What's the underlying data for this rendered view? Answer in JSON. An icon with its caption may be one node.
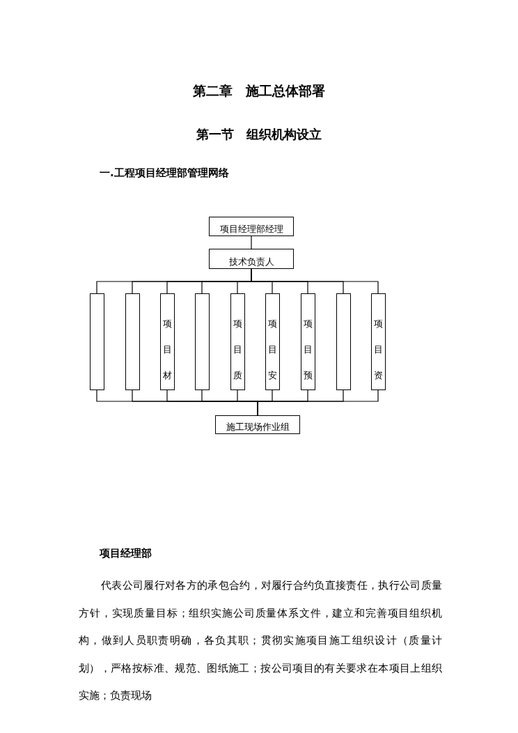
{
  "diagram": {
    "title": "第二章　施工总体部署",
    "nodes": [
      {
        "text": [
          "项目经理部经理"
        ]
      },
      {
        "text": [
          "技术负责人"
        ]
      },
      {
        "text": [],
        "shape": "box"
      },
      {
        "text": [],
        "shape": "box"
      },
      {
        "text": [
          "项目材"
        ]
      },
      {
        "text": [],
        "shape": "box"
      },
      {
        "text": [
          "项目质"
        ]
      },
      {
        "text": [
          "项目安"
        ]
      },
      {
        "text": [
          "项目预"
        ]
      },
      {
        "text": [],
        "shape": "box"
      },
      {
        "text": [
          "项目资"
        ]
      },
      {
        "text": [
          "施工现场作业组"
        ]
      }
    ],
    "edges": [
      {
        "from": 0,
        "to": 1,
        "arrow": "none"
      },
      {
        "from": 1,
        "to": 2,
        "arrow": "none"
      },
      {
        "from": 1,
        "to": 3,
        "arrow": "none"
      },
      {
        "from": 1,
        "to": 4,
        "arrow": "none"
      },
      {
        "from": 1,
        "to": 5,
        "arrow": "none"
      },
      {
        "from": 1,
        "to": 6,
        "arrow": "none"
      },
      {
        "from": 1,
        "to": 7,
        "arrow": "none"
      },
      {
        "from": 1,
        "to": 8,
        "arrow": "none"
      },
      {
        "from": 1,
        "to": 9,
        "arrow": "none"
      },
      {
        "from": 1,
        "to": 10,
        "arrow": "none"
      },
      {
        "from": 2,
        "to": 11,
        "arrow": "none"
      },
      {
        "from": 3,
        "to": 11,
        "arrow": "none"
      },
      {
        "from": 4,
        "to": 11,
        "arrow": "none"
      },
      {
        "from": 5,
        "to": 11,
        "arrow": "none"
      },
      {
        "from": 6,
        "to": 11,
        "arrow": "none"
      },
      {
        "from": 7,
        "to": 11,
        "arrow": "none"
      },
      {
        "from": 8,
        "to": 11,
        "arrow": "none"
      },
      {
        "from": 9,
        "to": 11,
        "arrow": "none"
      },
      {
        "from": 10,
        "to": 11,
        "arrow": "none"
      }
    ],
    "labels": [
      "第一节　组织机构设立",
      "一.工程项目经理部管理网络",
      "项目经理部",
      "代表公司履行对各方的承包合约，对履行合约负直接责任，执行公司质量方针，实现质量目标；组织实施公司质量体系文件，建立和完善项目组织机构，做到人员职责明确，各负其职；贯彻实施项目施工组织设计（质量计划），严格按标准、规范、图纸施工；按公司项目的有关要求在本项目上组织实施；负责现场"
    ]
  }
}
